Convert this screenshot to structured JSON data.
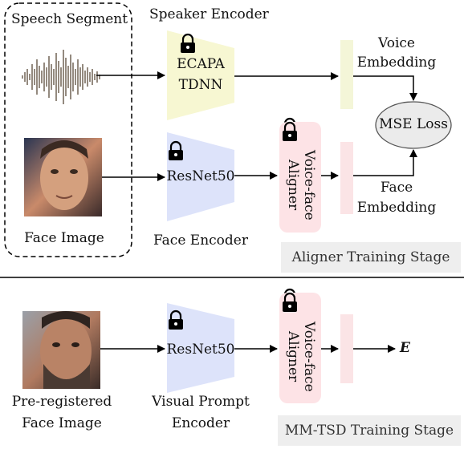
{
  "labels": {
    "speech_segment": "Speech Segment",
    "speaker_encoder": "Speaker Encoder",
    "ecapa_line1": "ECAPA",
    "ecapa_line2": "TDNN",
    "voice_embedding_line1": "Voice",
    "voice_embedding_line2": "Embedding",
    "mse_loss": "MSE Loss",
    "resnet_top": "ResNet50",
    "aligner_top": "Voice-face Aligner",
    "face_embedding_line1": "Face",
    "face_embedding_line2": "Embedding",
    "face_image": "Face Image",
    "face_encoder": "Face Encoder",
    "stage1": "Aligner Training Stage",
    "resnet_bottom": "ResNet50",
    "aligner_bottom": "Voice-face Aligner",
    "output_symbol": "E",
    "preregistered_line1": "Pre-registered",
    "preregistered_line2": "Face Image",
    "visual_prompt_line1": "Visual Prompt",
    "visual_prompt_line2": "Encoder",
    "stage2": "MM-TSD Training Stage"
  },
  "icons": [
    "lock-icon",
    "waveform-icon",
    "face-photo"
  ],
  "colors": {
    "speaker_encoder_fill": "#f7f7d2",
    "face_encoder_fill": "#dde3fa",
    "aligner_fill": "#fde3e6",
    "voice_embed_fill": "#f4f6d8",
    "face_embed_fill": "#fbe4e6",
    "loss_fill": "#ebebeb",
    "stage_fill": "#eeeeee"
  }
}
